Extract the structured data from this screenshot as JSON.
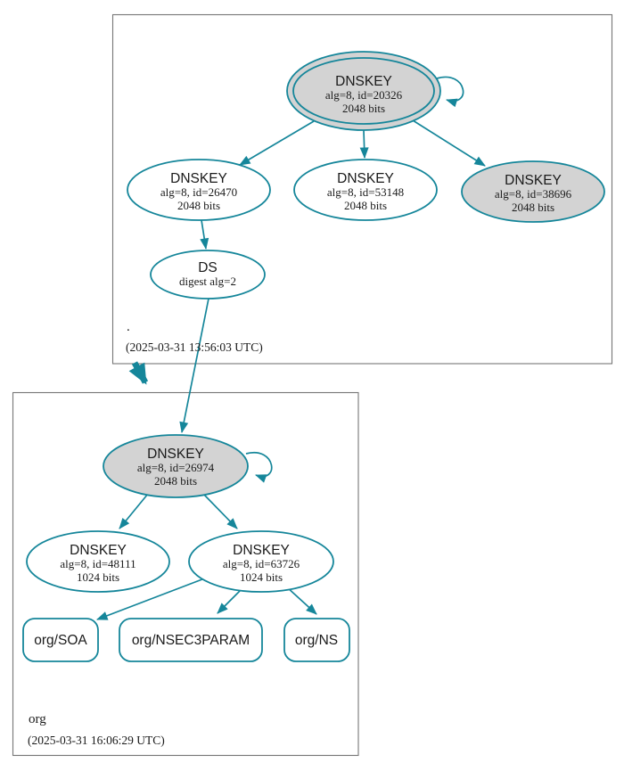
{
  "colors": {
    "secure_teal": "#15869a",
    "ksk_fill": "#d3d3d3",
    "node_fill": "#ffffff",
    "zone_border": "#767676",
    "text": "#1a1a1a"
  },
  "root_zone": {
    "label": ".",
    "timestamp": "(2025-03-31 13:56:03 UTC)",
    "ksk": {
      "title": "DNSKEY",
      "detail": "alg=8, id=20326",
      "size": "2048 bits"
    },
    "key_26470": {
      "title": "DNSKEY",
      "detail": "alg=8, id=26470",
      "size": "2048 bits"
    },
    "key_53148": {
      "title": "DNSKEY",
      "detail": "alg=8, id=53148",
      "size": "2048 bits"
    },
    "key_38696": {
      "title": "DNSKEY",
      "detail": "alg=8, id=38696",
      "size": "2048 bits"
    },
    "ds": {
      "title": "DS",
      "detail": "digest alg=2"
    }
  },
  "org_zone": {
    "label": "org",
    "timestamp": "(2025-03-31 16:06:29 UTC)",
    "ksk": {
      "title": "DNSKEY",
      "detail": "alg=8, id=26974",
      "size": "2048 bits"
    },
    "key_48111": {
      "title": "DNSKEY",
      "detail": "alg=8, id=48111",
      "size": "1024 bits"
    },
    "key_63726": {
      "title": "DNSKEY",
      "detail": "alg=8, id=63726",
      "size": "1024 bits"
    },
    "rrsets": [
      {
        "label": "org/SOA"
      },
      {
        "label": "org/NSEC3PARAM"
      },
      {
        "label": "org/NS"
      }
    ]
  }
}
